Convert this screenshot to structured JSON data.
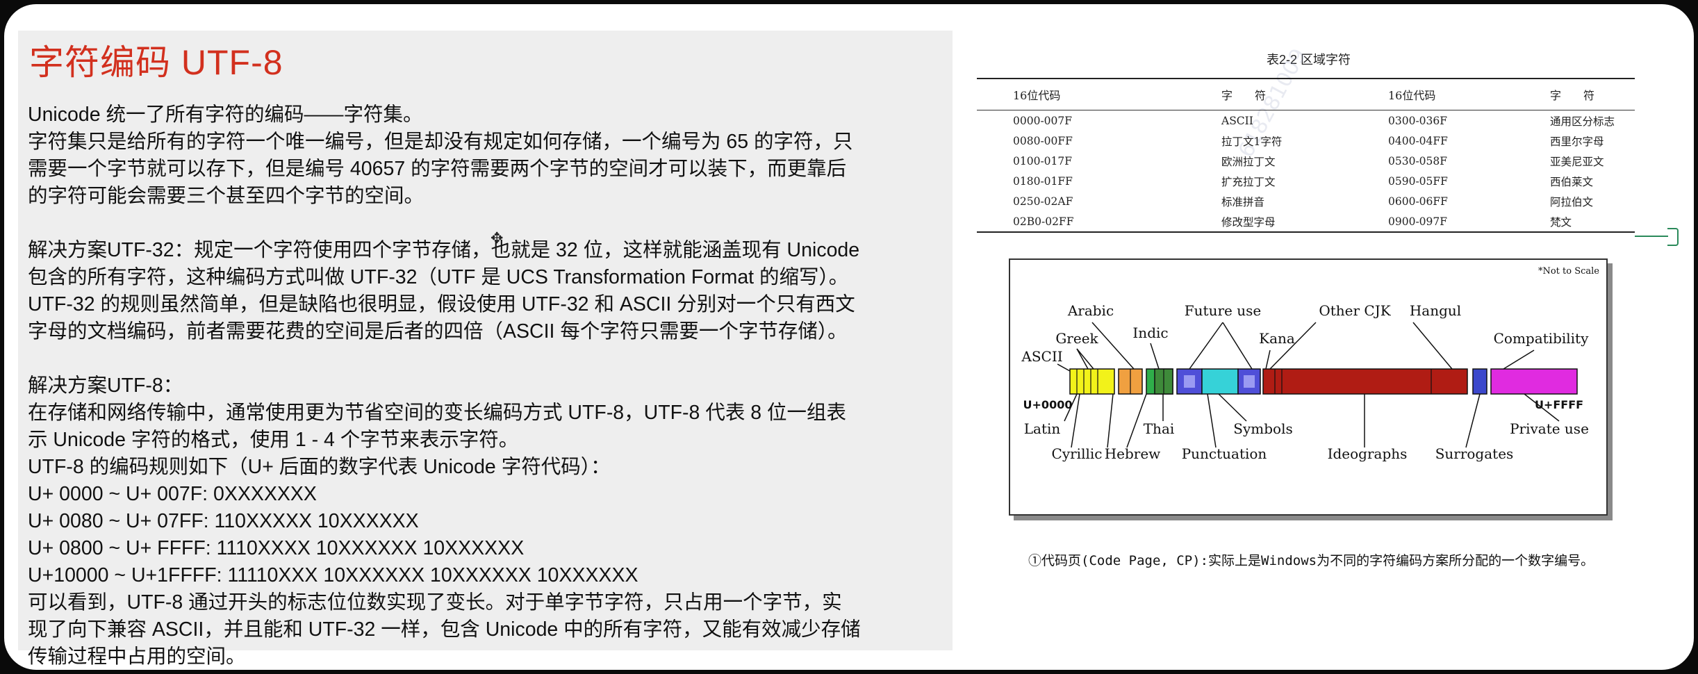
{
  "slide": {
    "title": "字符编码 UTF-8",
    "lines": [
      "Unicode 统一了所有字符的编码——字符集。",
      "字符集只是给所有的字符一个唯一编号，但是却没有规定如何存储，一个编号为 65 的字符，只",
      "需要一个字节就可以存下，但是编号 40657 的字符需要两个字节的空间才可以装下，而更靠后",
      "的字符可能会需要三个甚至四个字节的空间。",
      "",
      "解决方案UTF-32：规定一个字符使用四个字节存储，也就是 32 位，这样就能涵盖现有 Unicode",
      "包含的所有字符，这种编码方式叫做 UTF-32（UTF 是 UCS Transformation Format 的缩写）。",
      "UTF-32 的规则虽然简单，但是缺陷也很明显，假设使用 UTF-32 和 ASCII 分别对一个只有西文",
      "字母的文档编码，前者需要花费的空间是后者的四倍（ASCII 每个字符只需要一个字节存储）。",
      "",
      "解决方案UTF-8：",
      "在存储和网络传输中，通常使用更为节省空间的变长编码方式 UTF-8，UTF-8 代表 8 位一组表",
      "示 Unicode 字符的格式，使用 1 - 4 个字节来表示字符。",
      "UTF-8 的编码规则如下（U+ 后面的数字代表 Unicode 字符代码）：",
      "U+ 0000 ~ U+ 007F: 0XXXXXXX",
      "U+ 0080 ~ U+ 07FF: 110XXXXX 10XXXXXX",
      "U+ 0800 ~ U+ FFFF: 1110XXXX 10XXXXXX 10XXXXXX",
      "U+10000 ~ U+1FFFF: 11110XXX 10XXXXXX 10XXXXXX 10XXXXXX",
      "可以看到，UTF-8 通过开头的标志位位数实现了变长。对于单字节字符，只占用一个字节，实",
      "现了向下兼容 ASCII，并且能和 UTF-32 一样，包含 Unicode 中的所有字符，又能有效减少存储",
      "传输过程中占用的空间。"
    ]
  },
  "table": {
    "caption": "表2-2  区域字符",
    "headers": [
      "16位代码",
      "字　　符",
      "16位代码",
      "字　　符"
    ],
    "rows": [
      [
        "0000-007F",
        "ASCII",
        "0300-036F",
        "通用区分标志"
      ],
      [
        "0080-00FF",
        "拉丁文1字符",
        "0400-04FF",
        "西里尔字母"
      ],
      [
        "0100-017F",
        "欧洲拉丁文",
        "0530-058F",
        "亚美尼亚文"
      ],
      [
        "0180-01FF",
        "扩充拉丁文",
        "0590-05FF",
        "西伯莱文"
      ],
      [
        "0250-02AF",
        "标准拼音",
        "0600-06FF",
        "阿拉伯文"
      ],
      [
        "02B0-02FF",
        "修改型字母",
        "0900-097F",
        "梵文"
      ]
    ]
  },
  "diagram": {
    "note": "*Not to Scale",
    "start_label": "U+0000",
    "end_label": "U+FFFF",
    "labels": {
      "arabic": "Arabic",
      "future_use": "Future use",
      "other_cjk": "Other CJK",
      "hangul": "Hangul",
      "greek": "Greek",
      "indic": "Indic",
      "kana": "Kana",
      "compatibility": "Compatibility",
      "ascii": "ASCII",
      "latin": "Latin",
      "thai": "Thai",
      "symbols": "Symbols",
      "private_use": "Private use",
      "cyrillic": "Cyrillic",
      "hebrew": "Hebrew",
      "punctuation": "Punctuation",
      "ideographs": "Ideographs",
      "surrogates": "Surrogates"
    },
    "colors": {
      "latin": "#f2f21a",
      "greek_cyrillic": "#f0a040",
      "hebrew_arabic": "#2fae4a",
      "indic_thai": "#3e8a3a",
      "blue_block": "#4f4fd8",
      "cyan_block": "#36d2d8",
      "ideographs": "#b01c14",
      "surrogates": "#3c48cc",
      "private_use": "#e02be0"
    }
  },
  "footnote": "①代码页(Code Page, CP):实际上是Windows为不同的字符编码方案所分配的一个数字编号。",
  "watermark": "618281009"
}
